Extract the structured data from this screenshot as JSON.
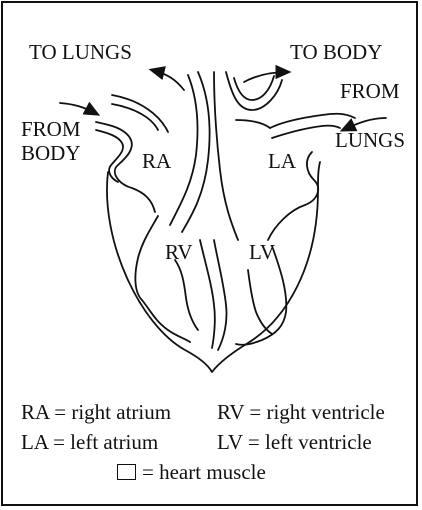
{
  "labels": {
    "to_lungs": "TO LUNGS",
    "to_body": "TO BODY",
    "from_body_1": "FROM",
    "from_body_2": "BODY",
    "from_lungs_1": "FROM",
    "from_lungs_2": "LUNGS"
  },
  "chambers": {
    "ra": "RA",
    "la": "LA",
    "rv": "RV",
    "lv": "LV"
  },
  "legend": {
    "line1_left": "RA = right atrium",
    "line1_right": "RV = right ventricle",
    "line2_left": "LA = left atrium",
    "line2_right": "LV = left ventricle",
    "line3": "= heart muscle"
  }
}
